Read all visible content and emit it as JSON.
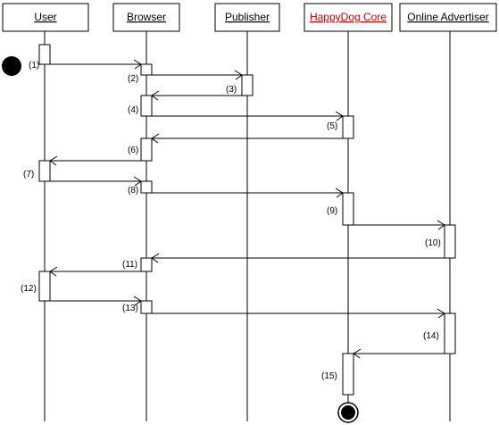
{
  "participants": [
    {
      "id": "user",
      "label": "User",
      "color": "#000000"
    },
    {
      "id": "browser",
      "label": "Browser",
      "color": "#000000"
    },
    {
      "id": "publisher",
      "label": "Publisher",
      "color": "#000000"
    },
    {
      "id": "core",
      "label": "HappyDog Core",
      "color": "#cc0000"
    },
    {
      "id": "advertiser",
      "label": "Online Advertiser",
      "color": "#000000"
    }
  ],
  "steps": [
    {
      "label": "(1)"
    },
    {
      "label": "(2)"
    },
    {
      "label": "(3)"
    },
    {
      "label": "(4)"
    },
    {
      "label": "(5)"
    },
    {
      "label": "(6)"
    },
    {
      "label": "(7)"
    },
    {
      "label": "(8)"
    },
    {
      "label": "(9)"
    },
    {
      "label": "(10)"
    },
    {
      "label": "(11)"
    },
    {
      "label": "(12)"
    },
    {
      "label": "(13)"
    },
    {
      "label": "(14)"
    },
    {
      "label": "(15)"
    }
  ]
}
